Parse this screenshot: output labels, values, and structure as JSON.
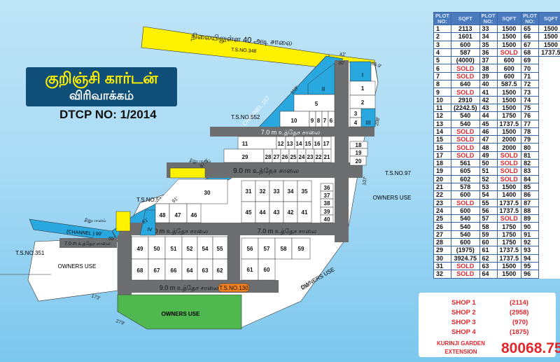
{
  "title": {
    "main_tamil": "குறிஞ்சி கார்டன்",
    "sub_tamil": "விரிவாக்கம்",
    "dtcp": "DTCP NO: 1/2014"
  },
  "roads": {
    "main_road": "நிலையிலுள்ள 40 அடி சாலை",
    "main_road_ts": "T.S.NO.348",
    "road_7m": "7.0 m உத்தேச சாலை",
    "road_9m": "9.0 m உத்தேச சாலை",
    "ts_130": "T.S.NO.130"
  },
  "labels": {
    "ts_552_a": "T.S.NO.552",
    "ts_552_b": "T.S.NO.552",
    "ts_351": "T.S.NO.351",
    "ts_97": "T.S.NO.97",
    "channel_167": "CHANNEL 167",
    "channel_90": "(CHANNEL ) 90'",
    "bridge_1": "சிறுபாலம்",
    "bridge_2": "சிறுபாலம்",
    "owners_use_left": "OWNERS USE",
    "owners_use_right": "OWNERS USE",
    "owners_use_bottom": "OWNERS USE",
    "owners_use_diag": "OWNERS USE",
    "dim_42": "42'",
    "dim_30": "30'",
    "dim_66": "66.9'",
    "dim_159": "159'",
    "dim_208": "208'",
    "dim_107": "107'",
    "dim_873": "87.3'",
    "dim_91": "91'",
    "dim_81": "81'",
    "dim_55": "55'",
    "dim_173": "173'",
    "dim_279": "279'",
    "dim_232": "232'",
    "shop_I": "I",
    "shop_II": "II",
    "shop_III": "III",
    "shop_IV": "IV",
    "shop_tag": "கடை"
  },
  "plot_table": {
    "headers": [
      "PLOT NO:",
      "SQFT",
      "PLOT NO:",
      "SQFT",
      "PLOT NO:",
      "SQFT"
    ],
    "rows": [
      [
        "1",
        "2113",
        "33",
        "1500",
        "65",
        "1500"
      ],
      [
        "2",
        "1601",
        "34",
        "1500",
        "66",
        "1500"
      ],
      [
        "3",
        "600",
        "35",
        "1500",
        "67",
        "1500"
      ],
      [
        "4",
        "587",
        "36",
        "SOLD",
        "68",
        "1737.5"
      ],
      [
        "5",
        "(4000)",
        "37",
        "600",
        "69",
        ""
      ],
      [
        "6",
        "SOLD",
        "38",
        "600",
        "70",
        ""
      ],
      [
        "7",
        "SOLD",
        "39",
        "600",
        "71",
        ""
      ],
      [
        "8",
        "640",
        "40",
        "587.5",
        "72",
        ""
      ],
      [
        "9",
        "SOLD",
        "41",
        "1500",
        "73",
        ""
      ],
      [
        "10",
        "2910",
        "42",
        "1500",
        "74",
        ""
      ],
      [
        "11",
        "(2242.5)",
        "43",
        "1500",
        "75",
        ""
      ],
      [
        "12",
        "540",
        "44",
        "1750",
        "76",
        ""
      ],
      [
        "13",
        "540",
        "45",
        "1737.5",
        "77",
        ""
      ],
      [
        "14",
        "SOLD",
        "46",
        "1500",
        "78",
        ""
      ],
      [
        "15",
        "SOLD",
        "47",
        "2000",
        "79",
        ""
      ],
      [
        "16",
        "SOLD",
        "48",
        "2000",
        "80",
        ""
      ],
      [
        "17",
        "SOLD",
        "49",
        "SOLD",
        "81",
        ""
      ],
      [
        "18",
        "561",
        "50",
        "SOLD",
        "82",
        ""
      ],
      [
        "19",
        "605",
        "51",
        "SOLD",
        "83",
        ""
      ],
      [
        "20",
        "602",
        "52",
        "SOLD",
        "84",
        ""
      ],
      [
        "21",
        "578",
        "53",
        "1500",
        "85",
        ""
      ],
      [
        "22",
        "600",
        "54",
        "1400",
        "86",
        ""
      ],
      [
        "23",
        "SOLD",
        "55",
        "1737.5",
        "87",
        ""
      ],
      [
        "24",
        "600",
        "56",
        "1737.5",
        "88",
        ""
      ],
      [
        "25",
        "540",
        "57",
        "SOLD",
        "89",
        ""
      ],
      [
        "26",
        "540",
        "58",
        "1750",
        "90",
        ""
      ],
      [
        "27",
        "540",
        "59",
        "1750",
        "91",
        ""
      ],
      [
        "28",
        "600",
        "60",
        "1750",
        "92",
        ""
      ],
      [
        "29",
        "(1975)",
        "61",
        "1737.5",
        "93",
        ""
      ],
      [
        "30",
        "3924.75",
        "62",
        "1737.5",
        "94",
        ""
      ],
      [
        "31",
        "SOLD",
        "63",
        "1500",
        "95",
        ""
      ],
      [
        "32",
        "SOLD",
        "64",
        "1500",
        "96",
        ""
      ]
    ]
  },
  "shops": [
    {
      "label": "SHOP 1",
      "value": "(2114)"
    },
    {
      "label": "SHOP 2",
      "value": "(2958)"
    },
    {
      "label": "SHOP 3",
      "value": "(970)"
    },
    {
      "label": "SHOP 4",
      "value": "(1875)"
    }
  ],
  "extension": {
    "label_1": "KURINJI GARDEN",
    "label_2": "EXTENSION",
    "value": "80068.75"
  },
  "plots": {
    "p1": "1",
    "p2": "2",
    "p3": "3",
    "p4": "4",
    "p5": "5",
    "p6": "6",
    "p7": "7",
    "p8": "8",
    "p9": "9",
    "p10": "10",
    "p11": "11",
    "p12": "12",
    "p13": "13",
    "p14": "14",
    "p15": "15",
    "p16": "16",
    "p17": "17",
    "p18": "18",
    "p19": "19",
    "p20": "20",
    "p21": "21",
    "p22": "22",
    "p23": "23",
    "p24": "24",
    "p25": "25",
    "p26": "26",
    "p27": "27",
    "p28": "28",
    "p29": "29",
    "p30": "30",
    "p31": "31",
    "p32": "32",
    "p33": "33",
    "p34": "34",
    "p35": "35",
    "p36": "36",
    "p37": "37",
    "p38": "38",
    "p39": "39",
    "p40": "40",
    "p41": "41",
    "p42": "42",
    "p43": "43",
    "p44": "44",
    "p45": "45",
    "p46": "46",
    "p47": "47",
    "p48": "48",
    "p49": "49",
    "p50": "50",
    "p51": "51",
    "p52": "52",
    "p54": "54",
    "p55": "55",
    "p56": "56",
    "p57": "57",
    "p58": "58",
    "p59": "59",
    "p60": "60",
    "p61": "61",
    "p62": "62",
    "p63": "63",
    "p64": "64",
    "p66": "66",
    "p67": "67",
    "p68": "68"
  },
  "colors": {
    "road": "#6d6e70",
    "channel": "#29a8e0",
    "main_road": "#fff200",
    "green": "#4fb84f",
    "sold": "#e3262b",
    "table_header": "#4a7bbf",
    "title_bg": "#0f4f78"
  }
}
